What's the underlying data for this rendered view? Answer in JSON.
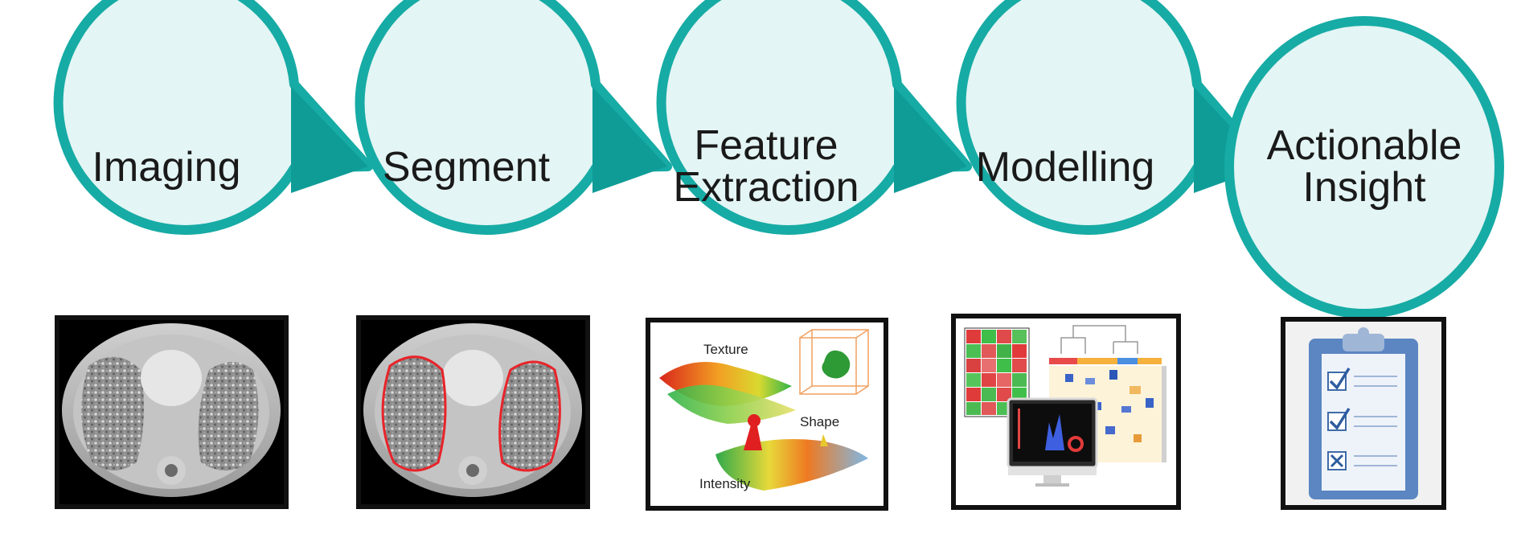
{
  "steps": [
    {
      "id": "imaging",
      "lines": [
        "Imaging"
      ],
      "image": "ct-scan-image"
    },
    {
      "id": "segment",
      "lines": [
        "Segment"
      ],
      "image": "segmented-ct-image"
    },
    {
      "id": "feature-extraction",
      "lines": [
        "Feature",
        "Extraction"
      ],
      "image": "feature-extraction-image"
    },
    {
      "id": "modelling",
      "lines": [
        "Modelling"
      ],
      "image": "modelling-image"
    },
    {
      "id": "actionable-insight",
      "lines": [
        "Actionable",
        "Insight"
      ],
      "image": "clipboard-checklist-image"
    }
  ],
  "feature_image": {
    "texture_label": "Texture",
    "shape_label": "Shape",
    "intensity_label": "Intensity"
  },
  "colors": {
    "circle_fill": "#e3f5f4",
    "circle_stroke": "#17aba5",
    "arrow_fill": "#0f9c97",
    "segment_outline": "#e8242a",
    "clipboard_blue": "#5b86c2"
  }
}
